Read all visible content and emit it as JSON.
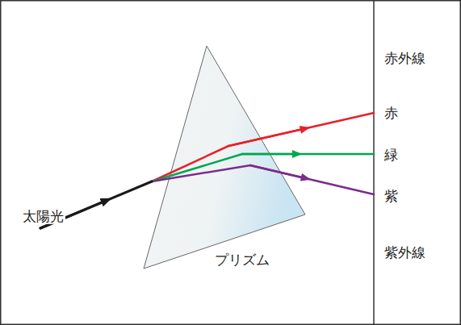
{
  "diagram": {
    "labels": [
      "赤外線",
      "赤",
      "緑",
      "紫",
      "紫外線",
      "太陽光",
      "プリズム"
    ]
  }
}
